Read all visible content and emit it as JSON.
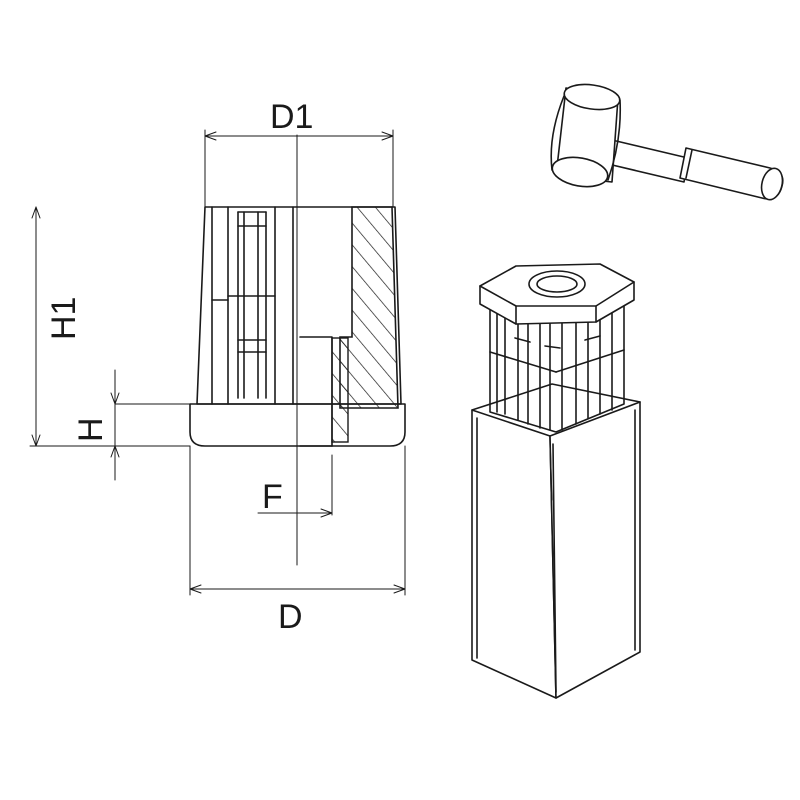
{
  "labels": {
    "d1": "D1",
    "h1": "H1",
    "h": "H",
    "f": "F",
    "d": "D"
  },
  "colors": {
    "line": "#1a1a1a",
    "background": "#ffffff"
  },
  "icons": {
    "mallet": "mallet-icon"
  }
}
